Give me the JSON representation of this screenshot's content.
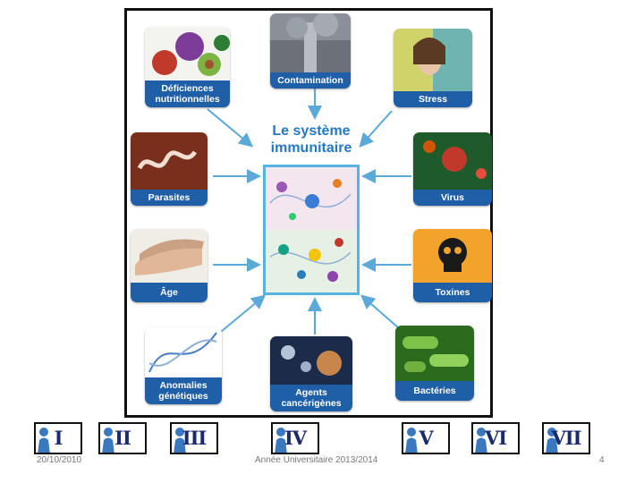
{
  "figure": {
    "title": "Le système\nimmunitaire",
    "cards": {
      "nutrition": "Déficiences\nnutritionnelles",
      "contamination": "Contamination",
      "stress": "Stress",
      "parasites": "Parasites",
      "virus": "Virus",
      "age": "Âge",
      "toxines": "Toxines",
      "anomalies": "Anomalies\ngénétiques",
      "agents": "Agents\ncancérigènes",
      "bacteries": "Bactéries"
    }
  },
  "footer": {
    "date": "20/10/2010",
    "course": "Année Universitaire 2013/2014",
    "page_number": "4"
  },
  "nav_buttons": [
    "I",
    "II",
    "III",
    "IV",
    "V",
    "VI",
    "VII"
  ],
  "colors": {
    "label_blue": "#1f5fa8",
    "title_blue": "#2478c4",
    "arrow_blue": "#5aa9d8",
    "nav_text": "#1b2a6b"
  },
  "icons": [
    "person-icon"
  ]
}
